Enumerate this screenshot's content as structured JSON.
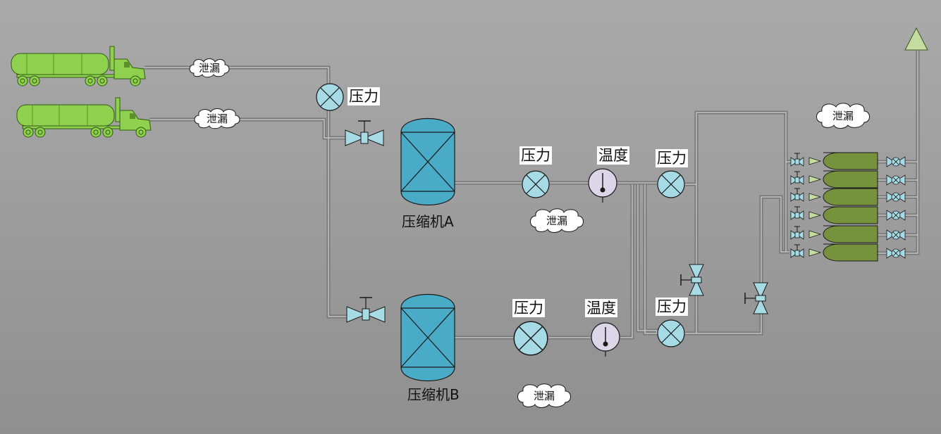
{
  "labels": {
    "pressure": "压力",
    "temperature": "温度",
    "leak": "泄漏",
    "compressor_a": "压缩机A",
    "compressor_b": "压缩机B"
  },
  "colors": {
    "background": "#9e9e9e",
    "pipe": "#787878",
    "pipe_highlight": "#c4c4c4",
    "truck": "#8fd14f",
    "compressor": "#4aabc6",
    "gauge": "#a6dbe6",
    "thermometer": "#ddd5e8",
    "storage_cylinder": "#76923c",
    "vent": "#c4dca0"
  },
  "icons": [
    "tanker-truck-icon",
    "pressure-gauge-icon",
    "gate-valve-icon",
    "compressor-icon",
    "thermometer-icon",
    "leak-cloud-icon",
    "storage-cylinder-icon",
    "vent-stack-icon"
  ]
}
